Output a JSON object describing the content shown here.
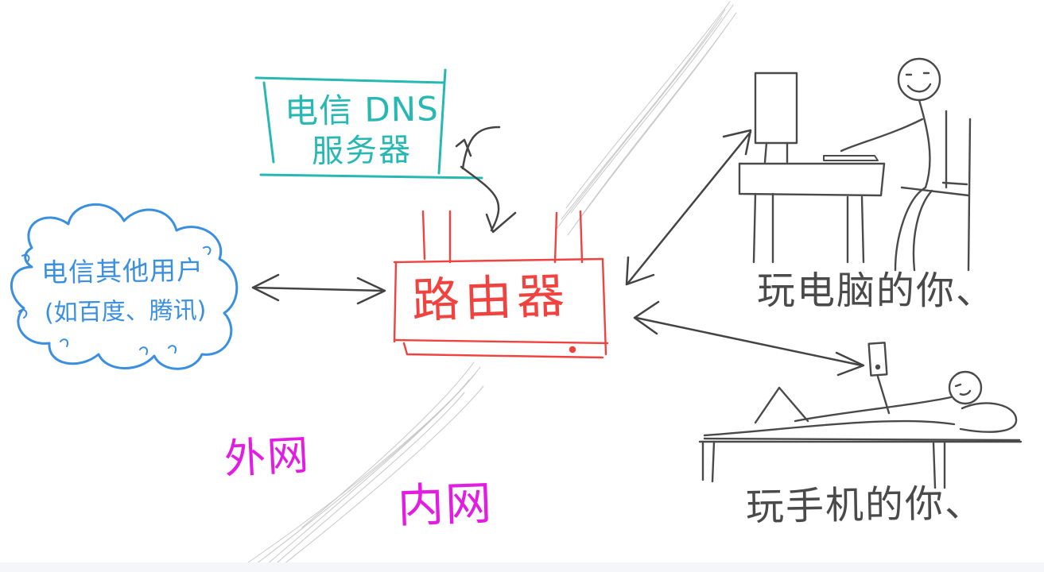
{
  "diagram": {
    "dns_server": {
      "line1": "电信 DNS",
      "line2": "服务器",
      "color": "#27b8b3"
    },
    "isp_cloud": {
      "line1": "电信其他用户",
      "line2": "(如百度、腾讯)",
      "color": "#3b8fe0"
    },
    "router": {
      "label": "路由器",
      "color": "#f0423e"
    },
    "zones": {
      "external": "外网",
      "internal": "内网",
      "color": "#e21ce2"
    },
    "users": {
      "pc": "玩电脑的你、",
      "phone": "玩手机的你、",
      "color": "#4a4a4a"
    },
    "arrow_color": "#444444"
  }
}
